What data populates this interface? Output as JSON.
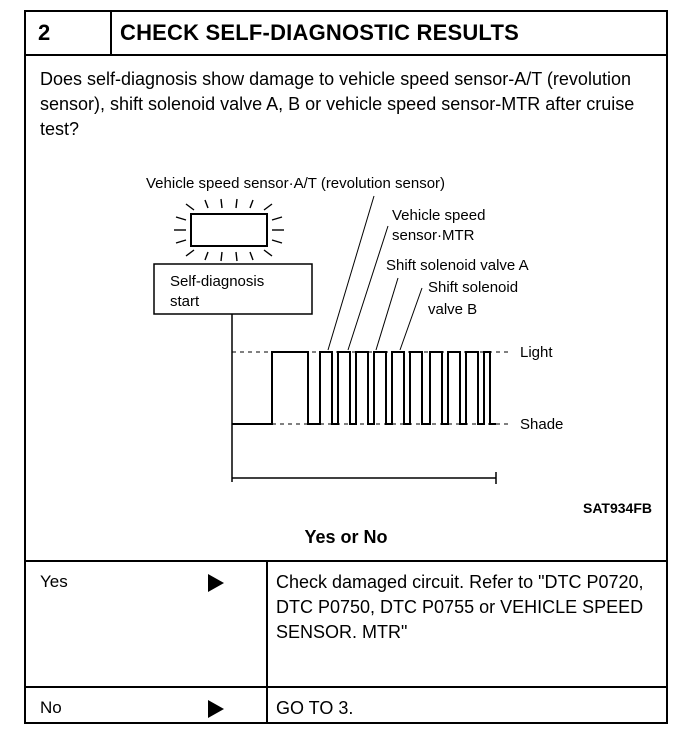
{
  "header": {
    "step_number": "2",
    "title": "CHECK SELF-DIAGNOSTIC RESULTS"
  },
  "question": "Does self-diagnosis show damage to vehicle speed sensor-A/T (revolution sensor), shift solenoid valve A, B or vehicle speed sensor-MTR after cruise test?",
  "diagram": {
    "labels": {
      "vss_at": "Vehicle speed sensor·A/T (revolution sensor)",
      "vss_mtr_1": "Vehicle speed",
      "vss_mtr_2": "sensor·MTR",
      "ssv_a": "Shift solenoid valve A",
      "ssv_b_1": "Shift solenoid",
      "ssv_b_2": "valve B",
      "self_diag_1": "Self-diagnosis",
      "self_diag_2": "start",
      "light": "Light",
      "shade": "Shade"
    },
    "figure_code": "SAT934FB"
  },
  "yes_or_no": "Yes or No",
  "table": {
    "rows": [
      {
        "answer": "Yes",
        "action": "Check damaged circuit. Refer to \"DTC P0720, DTC P0750, DTC P0755 or VEHICLE SPEED SENSOR. MTR\""
      },
      {
        "answer": "No",
        "action": "GO TO 3."
      }
    ]
  }
}
